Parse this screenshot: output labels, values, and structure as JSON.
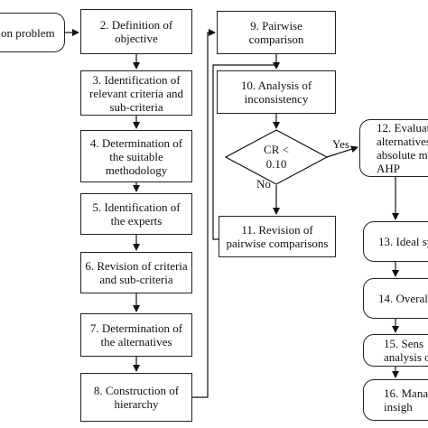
{
  "nodes": {
    "n1": "on problem",
    "n2": "2. Definition of\nobjective",
    "n3": "3. Identification of\nrelevant criteria and\nsub-criteria",
    "n4": "4. Determination of\nthe suitable\nmethodology",
    "n5": "5. Identification of\nthe experts",
    "n6": "6. Revision of criteria\nand sub-criteria",
    "n7": "7. Determination of\nthe alternatives",
    "n8": "8. Construction of\nhierarchy",
    "n9": "9. Pairwise\ncomparison",
    "n10": "10. Analysis of\ninconsistency",
    "n11": "11. Revision of\npairwise comparisons",
    "n12": "12. Evaluat\nalternatives\nabsolute m\nAHP",
    "n13": "13. Ideal sy",
    "n14": "14. Overall",
    "n15": "15. Sens\nanalysis of t",
    "n16": "16. Mana\ninsigh"
  },
  "decision": {
    "text": "CR <\n0.10",
    "yes_label": "Yes",
    "no_label": "No"
  }
}
